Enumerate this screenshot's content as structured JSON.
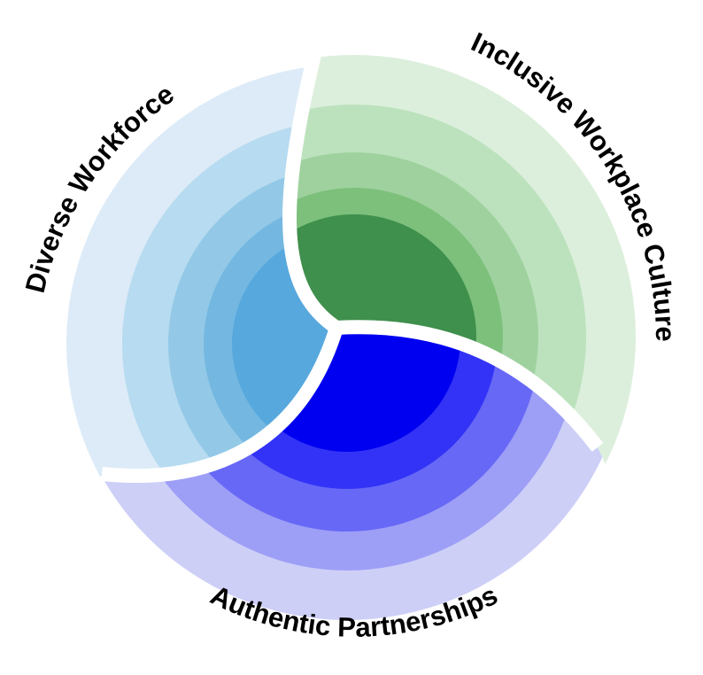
{
  "segments": [
    {
      "id": "diverse-workforce",
      "label": "Diverse Workforce",
      "ring_colors": [
        "#dcebf7",
        "#b7dbf0",
        "#93c9e7",
        "#74b8e1",
        "#57a8dd"
      ]
    },
    {
      "id": "inclusive-workplace-culture",
      "label": "Inclusive Workplace Culture",
      "ring_colors": [
        "#dcefdc",
        "#bce2bd",
        "#9fd19f",
        "#7cc07b",
        "#3f8f4d"
      ]
    },
    {
      "id": "authentic-partnerships",
      "label": "Authentic Partnerships",
      "ring_colors": [
        "#cdcff7",
        "#9d9ef6",
        "#6768f6",
        "#3233f6",
        "#0000f0"
      ]
    }
  ]
}
